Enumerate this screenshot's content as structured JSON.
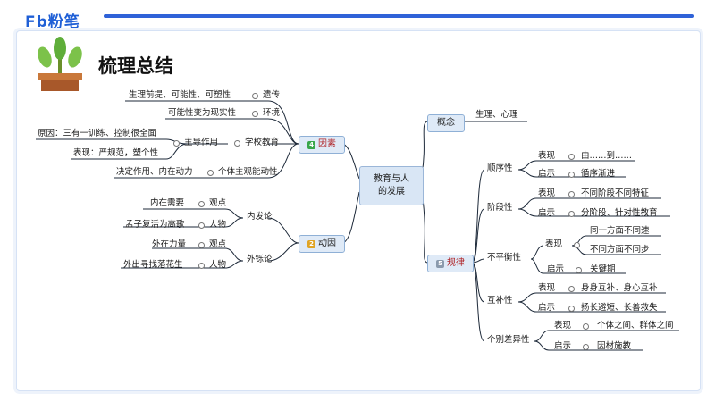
{
  "brand": "Fb粉笔",
  "heading": "梳理总结",
  "center": {
    "line1": "教育与人",
    "line2": "的发展"
  },
  "branches": {
    "factors": {
      "label": "因素",
      "badge": "4"
    },
    "motive": {
      "label": "动因",
      "badge": "2"
    },
    "concept": {
      "label": "概念"
    },
    "law": {
      "label": "规律",
      "badge": "5"
    }
  },
  "factors": {
    "heredity": {
      "label": "遗传",
      "desc": "生理前提、可能性、可塑性"
    },
    "environment": {
      "label": "环境",
      "desc": "可能性变为现实性"
    },
    "school": {
      "label": "学校教育",
      "role": "主导作用",
      "reason": "原因：三有一训练、控制很全面",
      "show": "表现：严规范，塑个性"
    },
    "subjective": {
      "label": "个体主观能动性",
      "desc": "决定作用、内在动力"
    }
  },
  "motive": {
    "internal": {
      "label": "内发论",
      "view_key": "观点",
      "view": "内在需要",
      "person_key": "人物",
      "person": "孟子复活为高歌"
    },
    "external": {
      "label": "外铄论",
      "view_key": "观点",
      "view": "外在力量",
      "person_key": "人物",
      "person": "外出寻找落花生"
    }
  },
  "concept": {
    "desc": "生理、心理"
  },
  "law": {
    "sequence": {
      "label": "顺序性",
      "k1": "表现",
      "v1": "由……到……",
      "k2": "启示",
      "v2": "循序渐进"
    },
    "stage": {
      "label": "阶段性",
      "k1": "表现",
      "v1": "不同阶段不同特征",
      "k2": "启示",
      "v2": "分阶段、针对性教育"
    },
    "imbalance": {
      "label": "不平衡性",
      "k1": "表现",
      "v1a": "同一方面不同速",
      "v1b": "不同方面不同步",
      "k2": "启示",
      "v2": "关键期"
    },
    "complement": {
      "label": "互补性",
      "k1": "表现",
      "v1": "身身互补、身心互补",
      "k2": "启示",
      "v2": "扬长避短、长善救失"
    },
    "individual": {
      "label": "个别差异性",
      "k1": "表现",
      "v1": "个体之间、群体之间",
      "k2": "启示",
      "v2": "因材施教"
    }
  },
  "colors": {
    "accent": "#1f5fd6",
    "line": "#1e2a3a",
    "node_bg": "#dfeaf7"
  }
}
